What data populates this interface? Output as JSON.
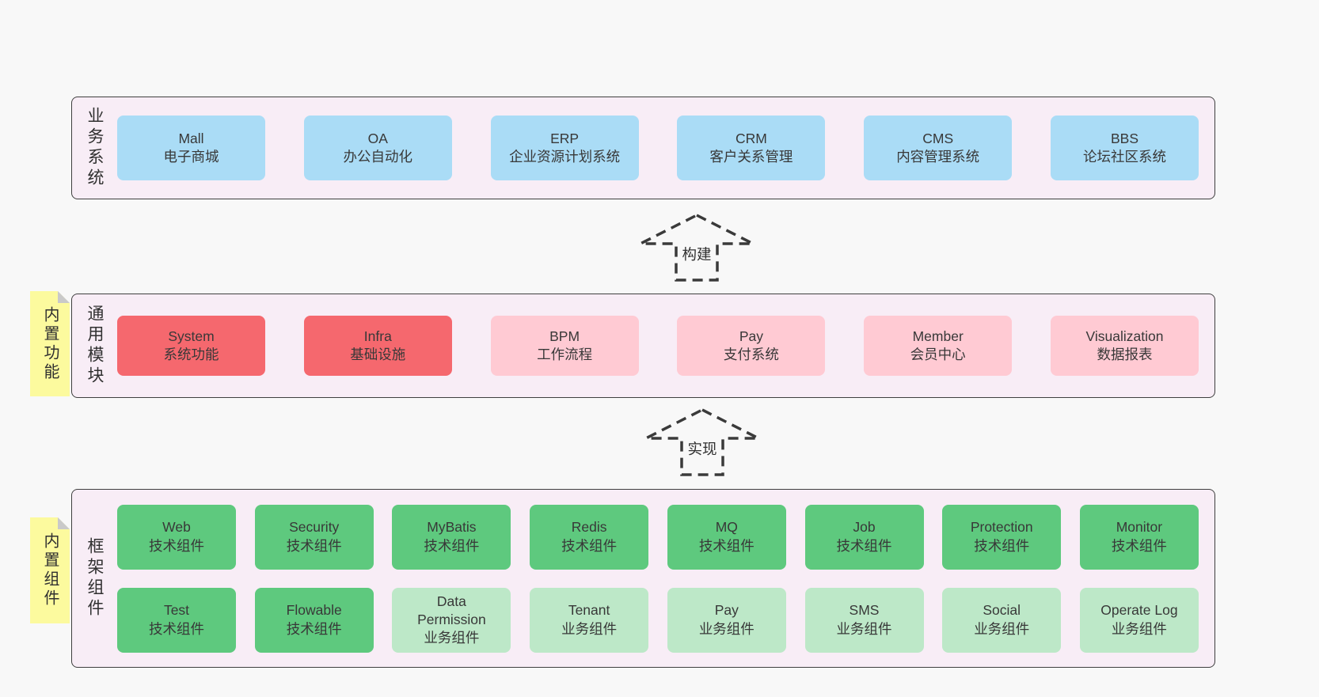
{
  "colors": {
    "page_bg": "#f8f8f8",
    "container_bg": "#f8edf6",
    "container_border": "#3f3f3f",
    "box_blue": "#aadcf6",
    "box_red": "#f5686e",
    "box_pink": "#ffcad3",
    "box_green": "#5ec97e",
    "box_lightgreen": "#bde8c8",
    "sticky_yellow": "#fcfa9e",
    "sticky_fold_gray": "#c9c9c9",
    "text": "#383838"
  },
  "layers": {
    "business": {
      "label": "业务系统",
      "boxes": [
        {
          "name": "Mall",
          "desc": "电子商城"
        },
        {
          "name": "OA",
          "desc": "办公自动化"
        },
        {
          "name": "ERP",
          "desc": "企业资源计划系统"
        },
        {
          "name": "CRM",
          "desc": "客户关系管理"
        },
        {
          "name": "CMS",
          "desc": "内容管理系统"
        },
        {
          "name": "BBS",
          "desc": "论坛社区系统"
        }
      ]
    },
    "modules": {
      "label": "通用模块",
      "sticky": "内置功能",
      "boxes": [
        {
          "name": "System",
          "desc": "系统功能",
          "variant": "red"
        },
        {
          "name": "Infra",
          "desc": "基础设施",
          "variant": "red"
        },
        {
          "name": "BPM",
          "desc": "工作流程",
          "variant": "pink"
        },
        {
          "name": "Pay",
          "desc": "支付系统",
          "variant": "pink"
        },
        {
          "name": "Member",
          "desc": "会员中心",
          "variant": "pink"
        },
        {
          "name": "Visualization",
          "desc": "数据报表",
          "variant": "pink"
        }
      ]
    },
    "framework": {
      "label": "框架组件",
      "sticky": "内置组件",
      "row1": [
        {
          "name": "Web",
          "desc": "技术组件",
          "variant": "green"
        },
        {
          "name": "Security",
          "desc": "技术组件",
          "variant": "green"
        },
        {
          "name": "MyBatis",
          "desc": "技术组件",
          "variant": "green"
        },
        {
          "name": "Redis",
          "desc": "技术组件",
          "variant": "green"
        },
        {
          "name": "MQ",
          "desc": "技术组件",
          "variant": "green"
        },
        {
          "name": "Job",
          "desc": "技术组件",
          "variant": "green"
        },
        {
          "name": "Protection",
          "desc": "技术组件",
          "variant": "green"
        },
        {
          "name": "Monitor",
          "desc": "技术组件",
          "variant": "green"
        }
      ],
      "row2": [
        {
          "name": "Test",
          "desc": "技术组件",
          "variant": "green"
        },
        {
          "name": "Flowable",
          "desc": "技术组件",
          "variant": "green"
        },
        {
          "name": "Data Permission",
          "desc": "业务组件",
          "variant": "lightgreen"
        },
        {
          "name": "Tenant",
          "desc": "业务组件",
          "variant": "lightgreen"
        },
        {
          "name": "Pay",
          "desc": "业务组件",
          "variant": "lightgreen"
        },
        {
          "name": "SMS",
          "desc": "业务组件",
          "variant": "lightgreen"
        },
        {
          "name": "Social",
          "desc": "业务组件",
          "variant": "lightgreen"
        },
        {
          "name": "Operate Log",
          "desc": "业务组件",
          "variant": "lightgreen"
        }
      ]
    }
  },
  "arrows": {
    "build": "构建",
    "implement": "实现"
  }
}
